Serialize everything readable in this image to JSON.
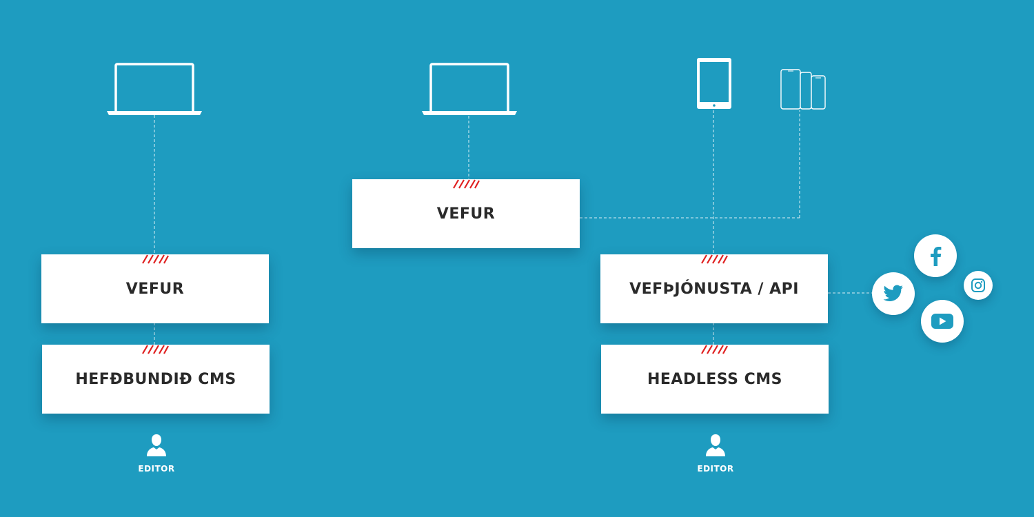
{
  "left": {
    "web_label": "VEFUR",
    "cms_label": "HEFÐBUNDIÐ CMS",
    "editor_label": "EDITOR",
    "device_icon": "laptop-icon"
  },
  "right": {
    "web_label": "VEFUR",
    "api_label": "VEFÞJÓNUSTA / API",
    "cms_label": "HEADLESS CMS",
    "editor_label": "EDITOR",
    "device_icons": [
      "laptop-icon",
      "tablet-icon",
      "phones-icon"
    ],
    "social_icons": [
      "facebook-icon",
      "twitter-icon",
      "instagram-icon",
      "youtube-icon"
    ]
  },
  "colors": {
    "background": "#1e9cc0",
    "box": "#ffffff",
    "text": "#2a2a2a",
    "hatch": "#e02020",
    "icon_on_circle": "#1e9cc0"
  }
}
